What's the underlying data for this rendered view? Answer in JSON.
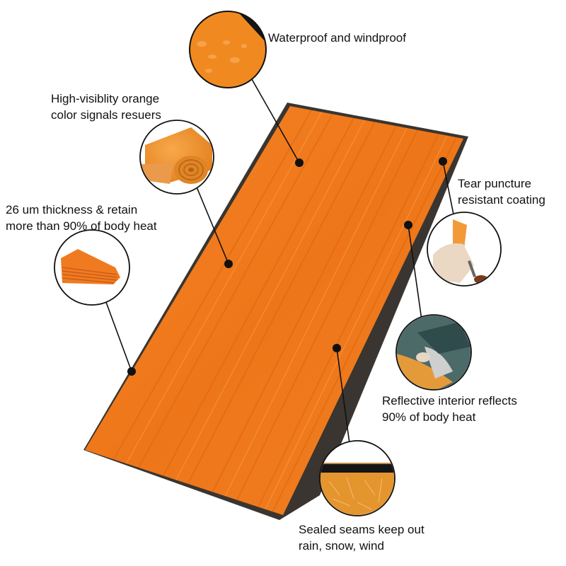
{
  "product": {
    "name": "Emergency sleeping bag / thermal bivvy",
    "color_main": "#F07A1E",
    "color_edge": "#3A3A3A"
  },
  "callouts": [
    {
      "id": "waterproof",
      "lines": [
        "Waterproof and windproof"
      ],
      "icon": "water-droplets-closeup"
    },
    {
      "id": "high-visibility",
      "lines": [
        "High-visiblity orange",
        "color signals resuers"
      ],
      "icon": "rolled-blanket"
    },
    {
      "id": "thickness",
      "lines": [
        "26 um thickness & retain",
        "more than 90% of body heat"
      ],
      "icon": "folded-blanket"
    },
    {
      "id": "tear-resistant",
      "lines": [
        "Tear puncture",
        "resistant coating"
      ],
      "icon": "hand-puncture-test"
    },
    {
      "id": "reflective",
      "lines": [
        "Reflective interior reflects",
        "90% of body heat"
      ],
      "icon": "person-in-bag"
    },
    {
      "id": "sealed-seams",
      "lines": [
        "Sealed seams keep out",
        "rain, snow, wind"
      ],
      "icon": "seam-closeup"
    }
  ]
}
